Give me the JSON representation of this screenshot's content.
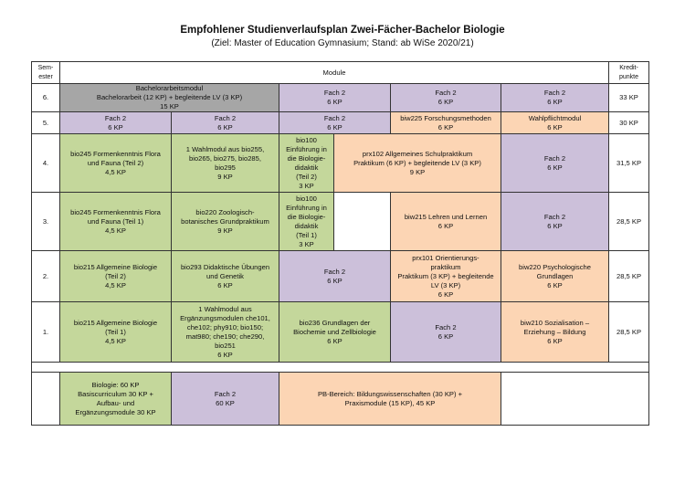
{
  "header": {
    "title": "Empfohlener Studienverlaufsplan Zwei-Fächer-Bachelor Biologie",
    "subtitle": "(Ziel: Master of Education Gymnasium; Stand: ab WiSe 2020/21)"
  },
  "table_header": {
    "semester": "Sem-\nester",
    "module": "Module",
    "credits": "Kredit-\npunkte"
  },
  "rows": [
    {
      "semester": "6.",
      "credits": "33 KP",
      "cells": [
        "Bachelorarbeitsmodul\nBachelorarbeit (12 KP) + begleitende LV (3 KP)\n15 KP",
        "Fach 2\n6 KP",
        "Fach 2\n6 KP",
        "Fach 2\n6 KP"
      ]
    },
    {
      "semester": "5.",
      "credits": "30 KP",
      "cells": [
        "Fach 2\n6 KP",
        "Fach 2\n6 KP",
        "Fach 2\n6 KP",
        "biw225 Forschungsmethoden\n6 KP",
        "Wahlpflichtmodul\n6 KP"
      ]
    },
    {
      "semester": "4.",
      "credits": "31,5 KP",
      "cells": [
        "bio245 Formenkenntnis Flora\nund Fauna (Teil 2)\n4,5 KP",
        "1 Wahlmodul aus bio255,\nbio265, bio275, bio285,\nbio295\n9 KP",
        "bio100\nEinführung in\ndie Biologie-\ndidaktik\n(Teil 2)\n3 KP",
        "prx102 Allgemeines Schulpraktikum\nPraktikum (6 KP) + begleitende LV (3 KP)\n9 KP",
        "Fach 2\n6 KP"
      ]
    },
    {
      "semester": "3.",
      "credits": "28,5 KP",
      "cells": [
        "bio245 Formenkenntnis Flora\nund Fauna (Teil 1)\n4,5 KP",
        "bio220 Zoologisch-\nbotanisches Grundpraktikum\n9 KP",
        "bio100\nEinführung in\ndie Biologie-\ndidaktik\n(Teil 1)\n3 KP",
        "biw215 Lehren und Lernen\n6 KP",
        "Fach 2\n6 KP"
      ]
    },
    {
      "semester": "2.",
      "credits": "28,5 KP",
      "cells": [
        "bio215 Allgemeine Biologie\n(Teil 2)\n4,5 KP",
        "bio293 Didaktische Übungen\nund Genetik\n6 KP",
        "Fach 2\n6 KP",
        "prx101 Orientierungs-\npraktikum\nPraktikum (3 KP) + begleitende\nLV (3 KP)\n6 KP",
        "biw220 Psychologische\nGrundlagen\n6 KP"
      ]
    },
    {
      "semester": "1.",
      "credits": "28,5 KP",
      "cells": [
        "bio215 Allgemeine Biologie\n(Teil 1)\n4,5 KP",
        "1 Wahlmodul aus\nErgänzungsmodulen che101,\nche102; phy910; bio150;\nmat980; che190; che290,\nbio251\n6 KP",
        "bio236 Grundlagen der\nBiochemie und Zellbiologie\n6 KP",
        "Fach 2\n6 KP",
        "biw210 Sozialisation –\nErziehung – Bildung\n6 KP"
      ]
    }
  ],
  "summary": [
    "Biologie: 60 KP\nBasiscurriculum 30 KP +\nAufbau- und\nErgänzungsmodule 30 KP",
    "Fach 2\n60 KP",
    "PB-Bereich: Bildungswissenschaften (30 KP) +\nPraxismodule (15 KP), 45 KP"
  ],
  "colors": {
    "biologie": "#c4d79b",
    "fach2": "#ccc0da",
    "pb": "#fcd5b4",
    "bachelorarbeit": "#a6a6a6"
  }
}
